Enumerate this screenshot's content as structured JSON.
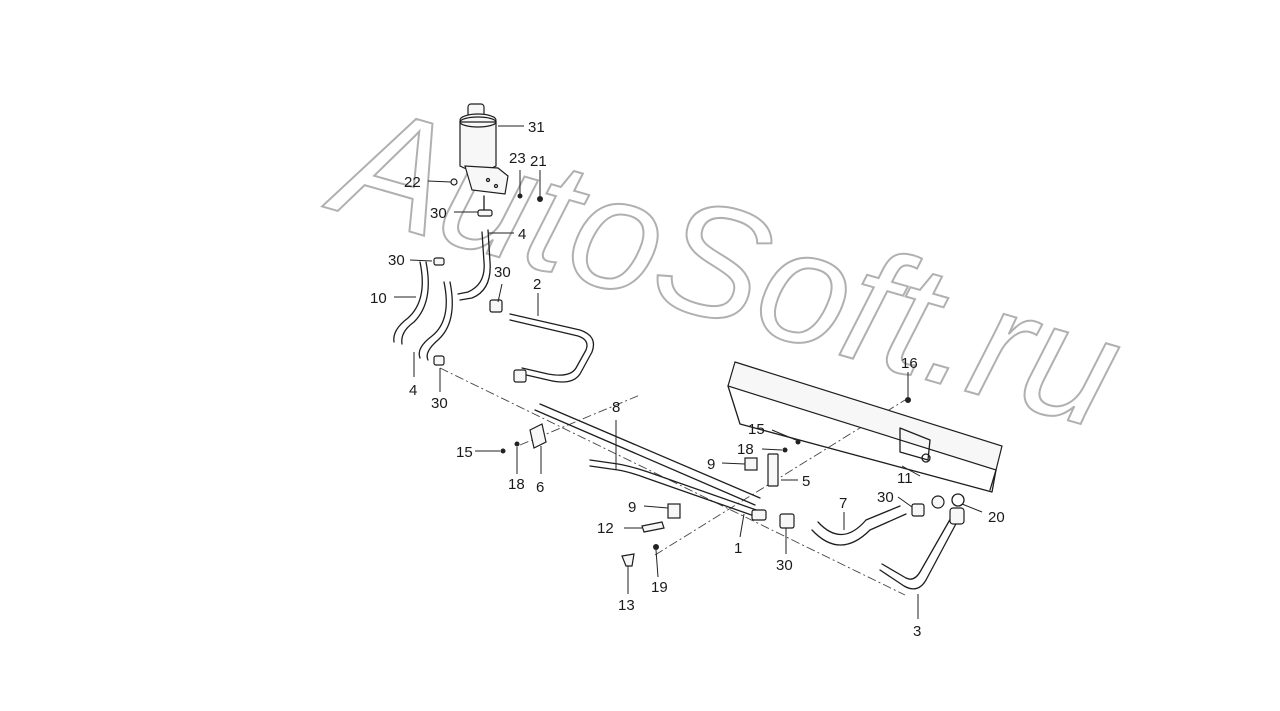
{
  "watermark": "AutoSoft.ru",
  "callouts": {
    "c31": "31",
    "c23": "23",
    "c21": "21",
    "c22": "22",
    "c30a": "30",
    "c4a": "4",
    "c30b": "30",
    "c30c": "30",
    "c2": "2",
    "c10": "10",
    "c4b": "4",
    "c30d": "30",
    "c16": "16",
    "c8": "8",
    "c15a": "15",
    "c18a": "18",
    "c15b": "15",
    "c18b": "18",
    "c9a": "9",
    "c5": "5",
    "c6": "6",
    "c11": "11",
    "c30e": "30",
    "c20": "20",
    "c7": "7",
    "c9b": "9",
    "c12": "12",
    "c1": "1",
    "c30f": "30",
    "c13": "13",
    "c19": "19",
    "c3": "3"
  }
}
